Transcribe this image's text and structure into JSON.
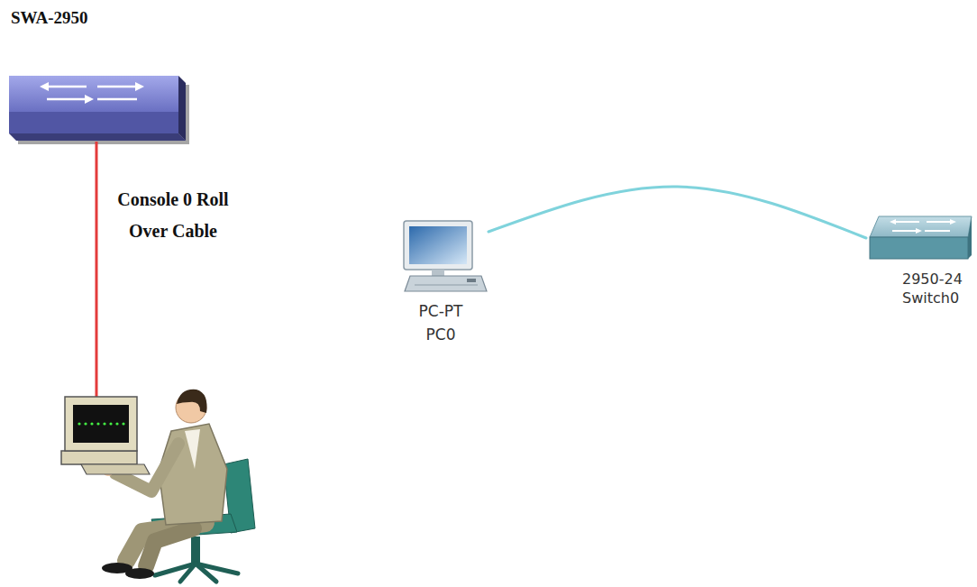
{
  "diagram": {
    "nodes": [
      {
        "text": [
          "SWA-2950"
        ]
      },
      {
        "text": [
          "PC-PT",
          "PC0"
        ]
      },
      {
        "text": [
          "2950-24",
          "Switch0"
        ]
      }
    ],
    "edges": [
      {
        "from": 1,
        "to": 2,
        "arrow": "none"
      }
    ],
    "labels": [
      "Console 0 Roll Over Cable"
    ]
  }
}
